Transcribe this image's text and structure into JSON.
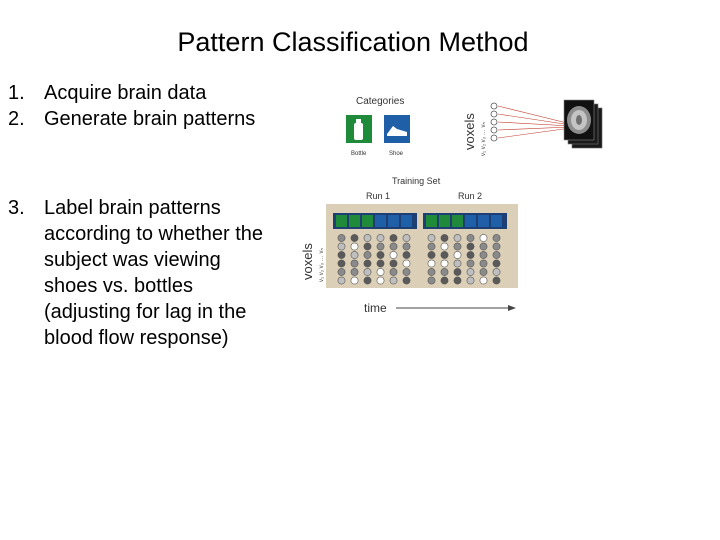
{
  "slide": {
    "title": "Pattern Classification Method"
  },
  "steps": [
    {
      "number": "1.",
      "text": "Acquire brain data"
    },
    {
      "number": "2.",
      "text": "Generate brain patterns"
    },
    {
      "number": "3.",
      "text": "Label brain patterns according to whether the subject was viewing shoes vs. bottles (adjusting for lag in the blood flow response)"
    }
  ],
  "figure": {
    "categories_label": "Categories",
    "bottle_label": "Bottle",
    "shoe_label": "Shoe",
    "voxels_label": "voxels",
    "voxel_ids": "v₁ v₂ v₃ … vₙ",
    "training_set_label": "Training Set",
    "run1_label": "Run 1",
    "run2_label": "Run 2",
    "time_label": "time",
    "colors": {
      "tile_bottle": "#1f8a3a",
      "tile_shoe": "#1f5fa8",
      "panel_background": "#dccfb7",
      "row_header": "#1d3f73",
      "time_arrow": "#444444",
      "brain_lines": "#c0392b"
    },
    "icons": [
      "bottle-icon",
      "shoe-icon",
      "brain-scan-icon"
    ]
  }
}
